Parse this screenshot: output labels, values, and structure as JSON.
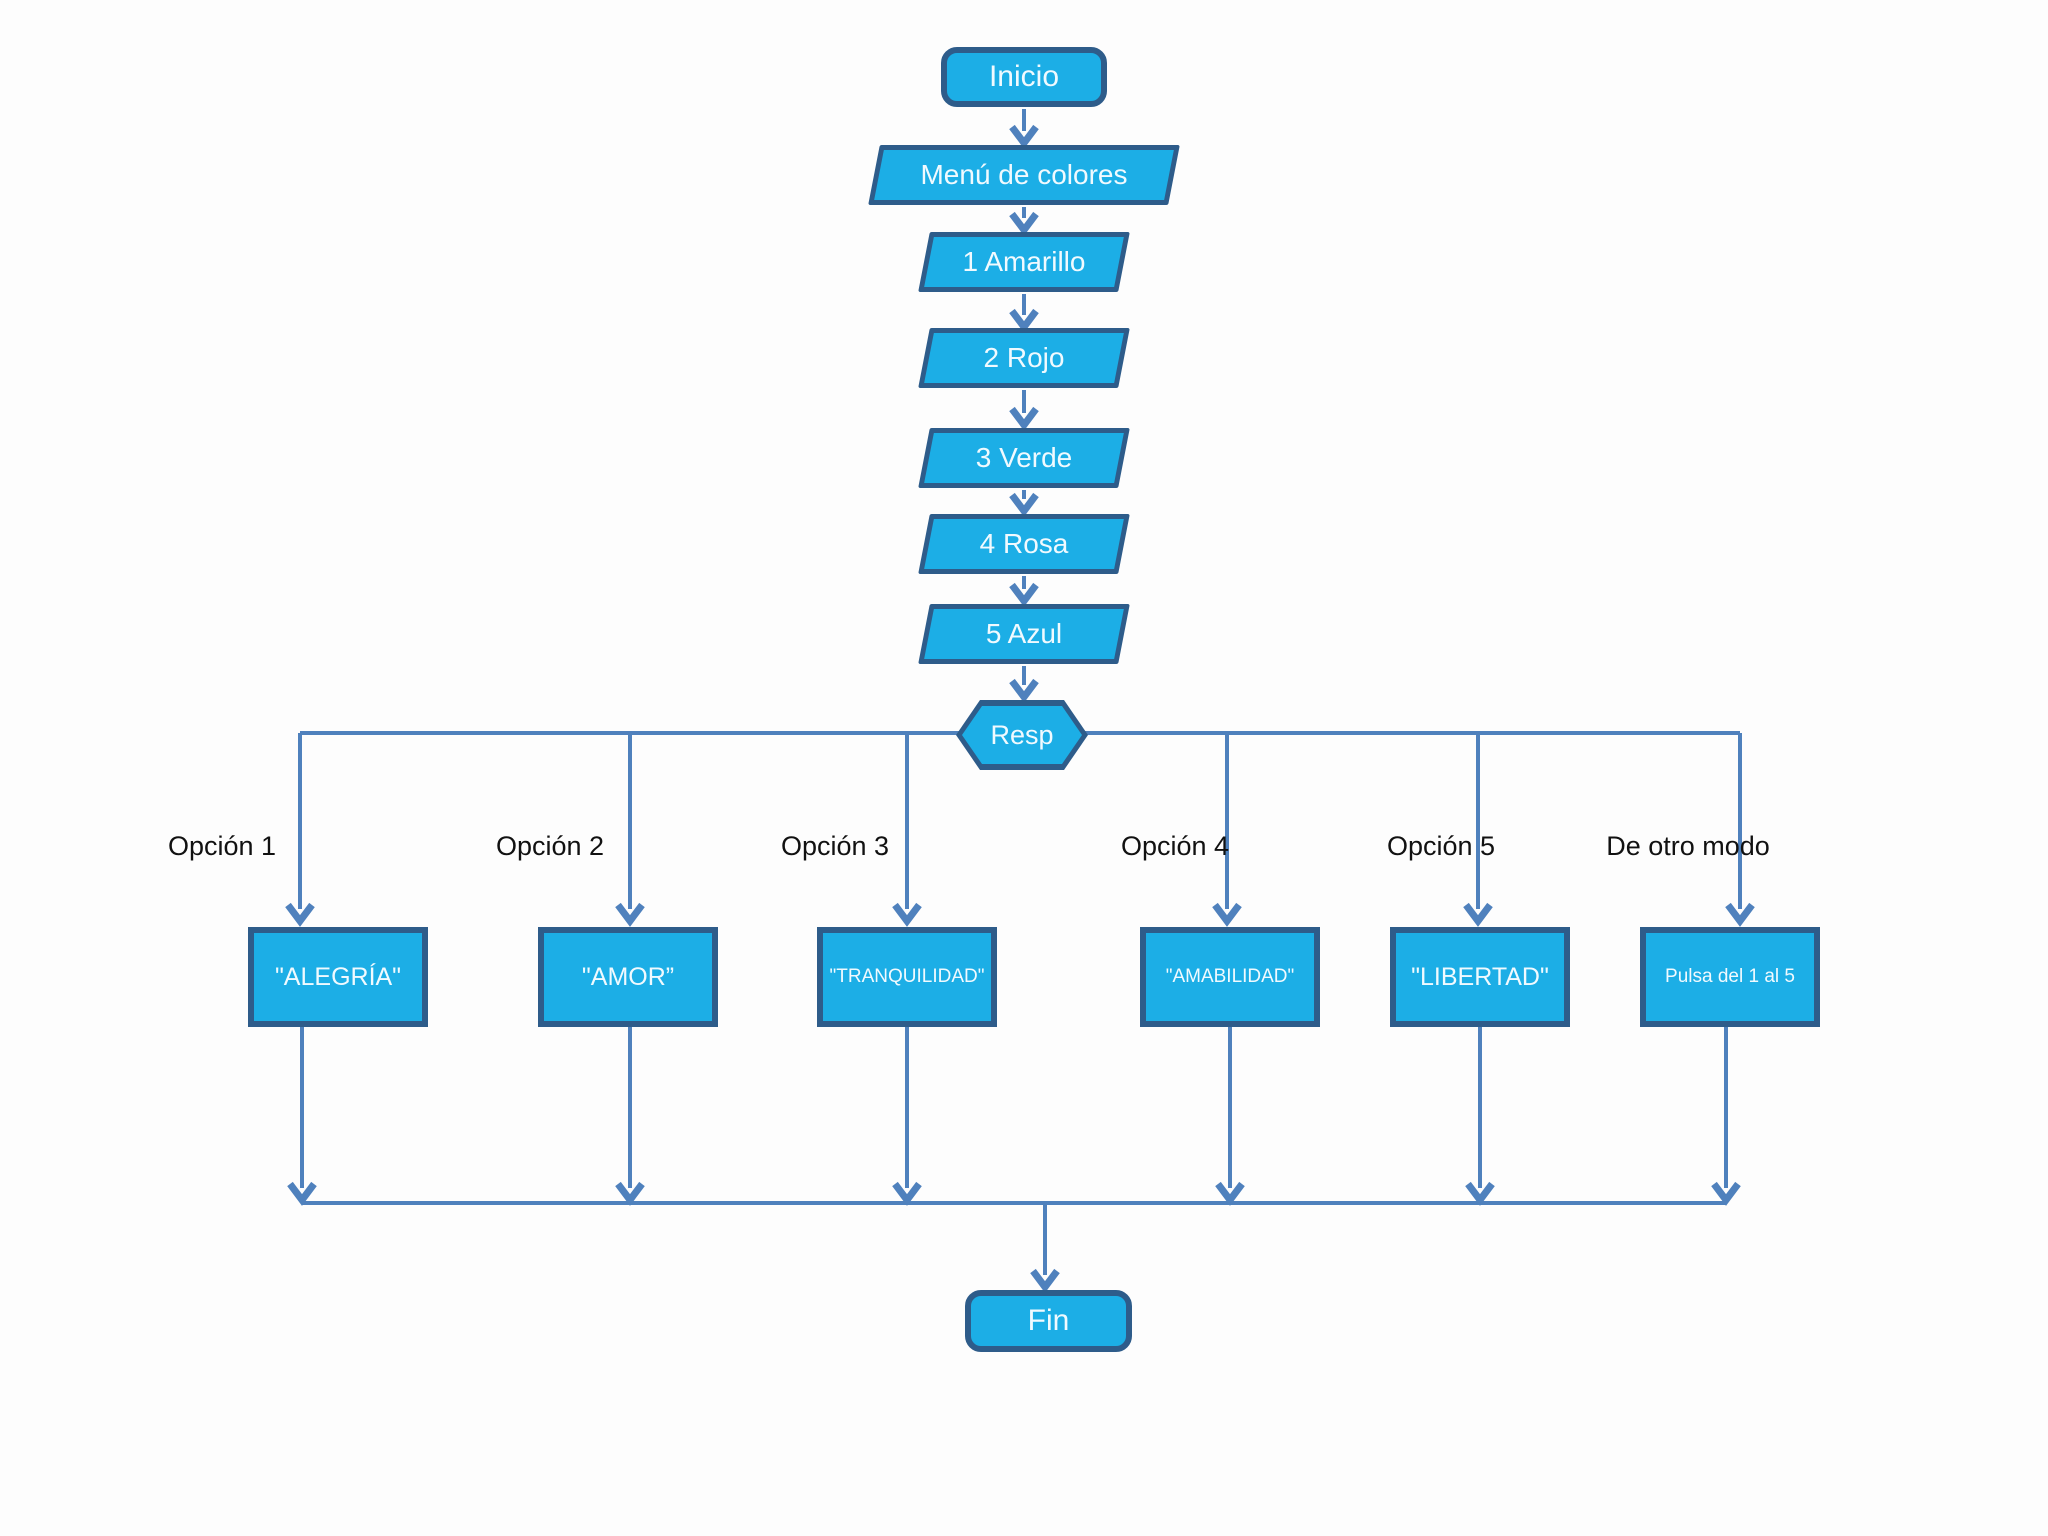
{
  "colors": {
    "background": "#fdfdfd",
    "shape_fill": "#1caee6",
    "shape_border": "#2e5c8a",
    "connector": "#4f81bd",
    "shape_text": "#f0faff",
    "label_text": "#111111"
  },
  "nodes": {
    "start": "Inicio",
    "menu": "Menú de colores",
    "items": [
      "1 Amarillo",
      "2 Rojo",
      "3 Verde",
      "4 Rosa",
      "5 Azul"
    ],
    "decision": "Resp",
    "end": "Fin"
  },
  "branches": [
    {
      "label": "Opción 1",
      "result": "\"ALEGRÍA\""
    },
    {
      "label": "Opción 2",
      "result": "\"AMOR”"
    },
    {
      "label": "Opción 3",
      "result": "\"TRANQUILIDAD\""
    },
    {
      "label": "Opción 4",
      "result": "\"AMABILIDAD\""
    },
    {
      "label": "Opción 5",
      "result": "\"LIBERTAD\""
    },
    {
      "label": "De otro modo",
      "result": "Pulsa del 1 al 5"
    }
  ]
}
